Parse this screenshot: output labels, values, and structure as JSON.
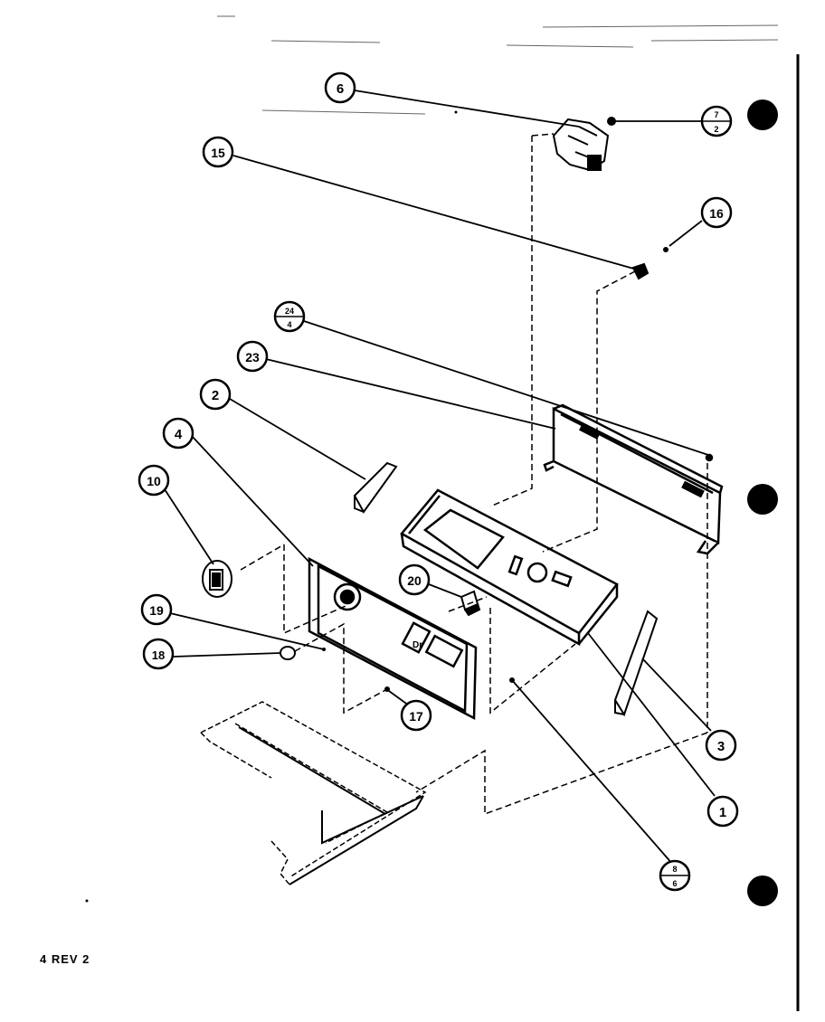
{
  "callouts": {
    "c1": "1",
    "c2": "2",
    "c3": "3",
    "c4": "4",
    "c6": "6",
    "c10": "10",
    "c15": "15",
    "c16": "16",
    "c17": "17",
    "c18": "18",
    "c19": "19",
    "c20": "20",
    "c23": "23",
    "c24_top": "24",
    "c24_bot": "4",
    "c7_top": "7",
    "c7_bot": "2",
    "c8_top": "8",
    "c8_bot": "6"
  },
  "footer": "4 REV 2",
  "colors": {
    "ink": "#000000",
    "paper": "#ffffff"
  }
}
